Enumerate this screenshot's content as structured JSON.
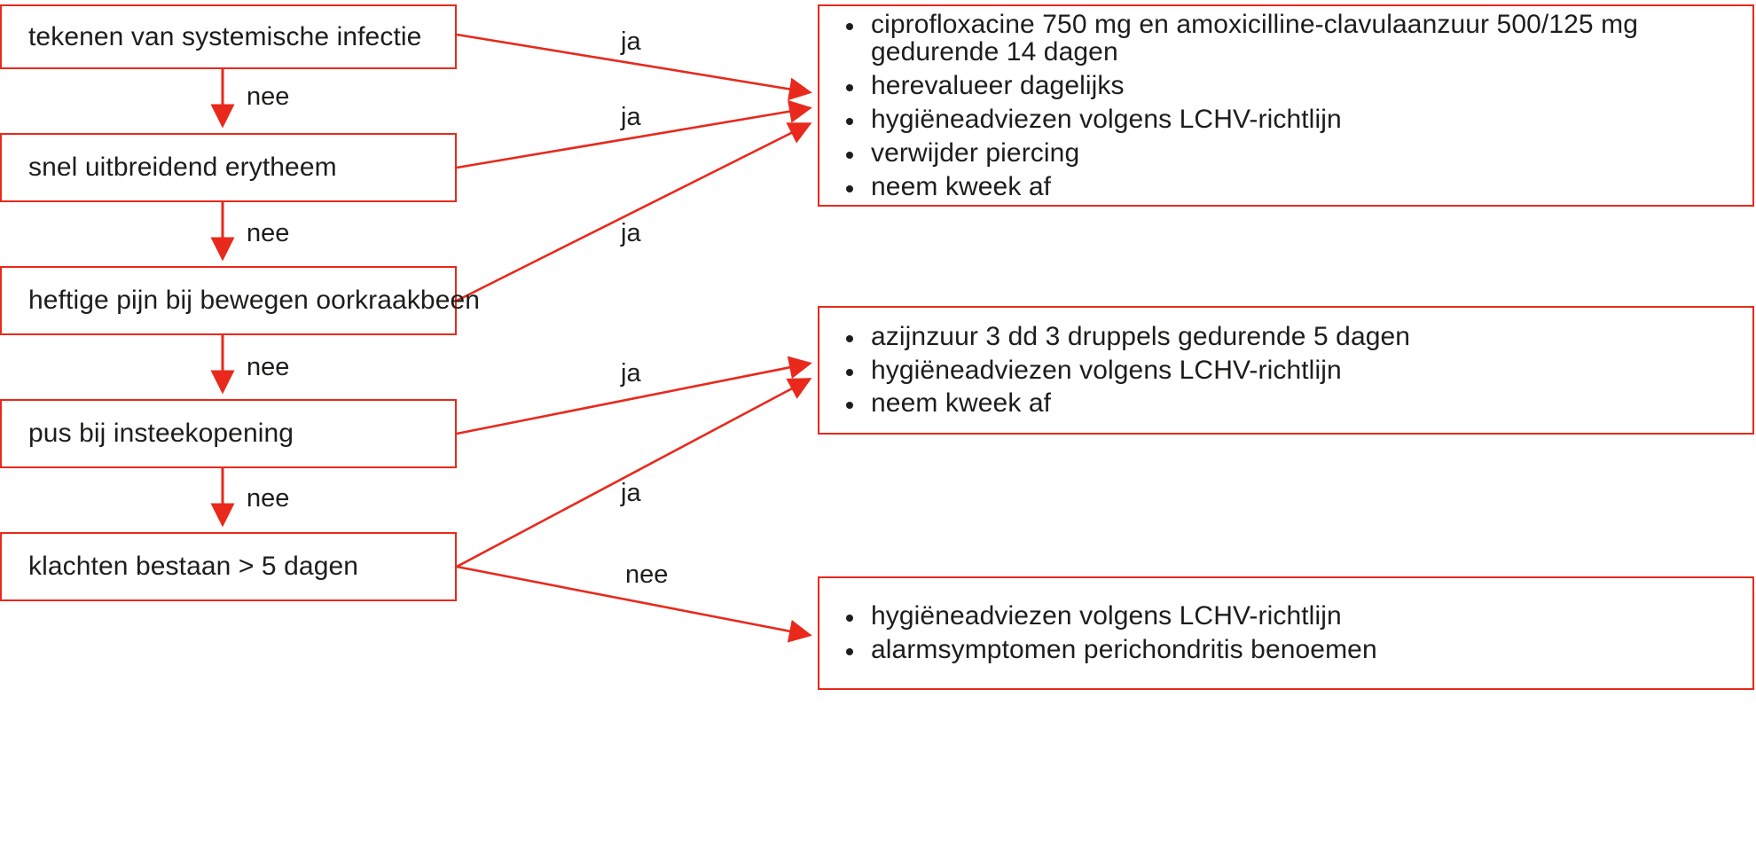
{
  "theme": {
    "line_color": "#e8291c",
    "text_color": "#1d1d1b",
    "background": "#ffffff"
  },
  "decisions": [
    {
      "id": "systemische-infectie",
      "label": "tekenen van systemische infectie"
    },
    {
      "id": "erytheem",
      "label": "snel uitbreidend erytheem"
    },
    {
      "id": "oorkraakbeen",
      "label": "heftige pijn bij bewegen oorkraakbeen"
    },
    {
      "id": "insteekopening",
      "label": "pus bij insteekopening"
    },
    {
      "id": "klachten-duur",
      "label": "klachten bestaan > 5 dagen"
    }
  ],
  "outcomes": [
    {
      "id": "antibiotica",
      "items": [
        "ciprofloxacine 750 mg en amoxicilline-clavulaanzuur 500/125 mg gedurende 14 dagen",
        "herevalueer dagelijks",
        "hygiëneadviezen volgens LCHV-richtlijn",
        "verwijder piercing",
        "neem kweek af"
      ]
    },
    {
      "id": "azijnzuur",
      "items": [
        "azijnzuur 3 dd 3 druppels gedurende 5 dagen",
        "hygiëneadviezen volgens LCHV-richtlijn",
        "neem kweek af"
      ]
    },
    {
      "id": "advies",
      "items": [
        "hygiëneadviezen volgens LCHV-richtlijn",
        "alarmsymptomen perichondritis benoemen"
      ]
    }
  ],
  "edge_labels": {
    "nee1": "nee",
    "nee2": "nee",
    "nee3": "nee",
    "nee4": "nee",
    "ja1": "ja",
    "ja2": "ja",
    "ja3": "ja",
    "ja4": "ja",
    "ja5": "ja",
    "nee5": "nee"
  }
}
